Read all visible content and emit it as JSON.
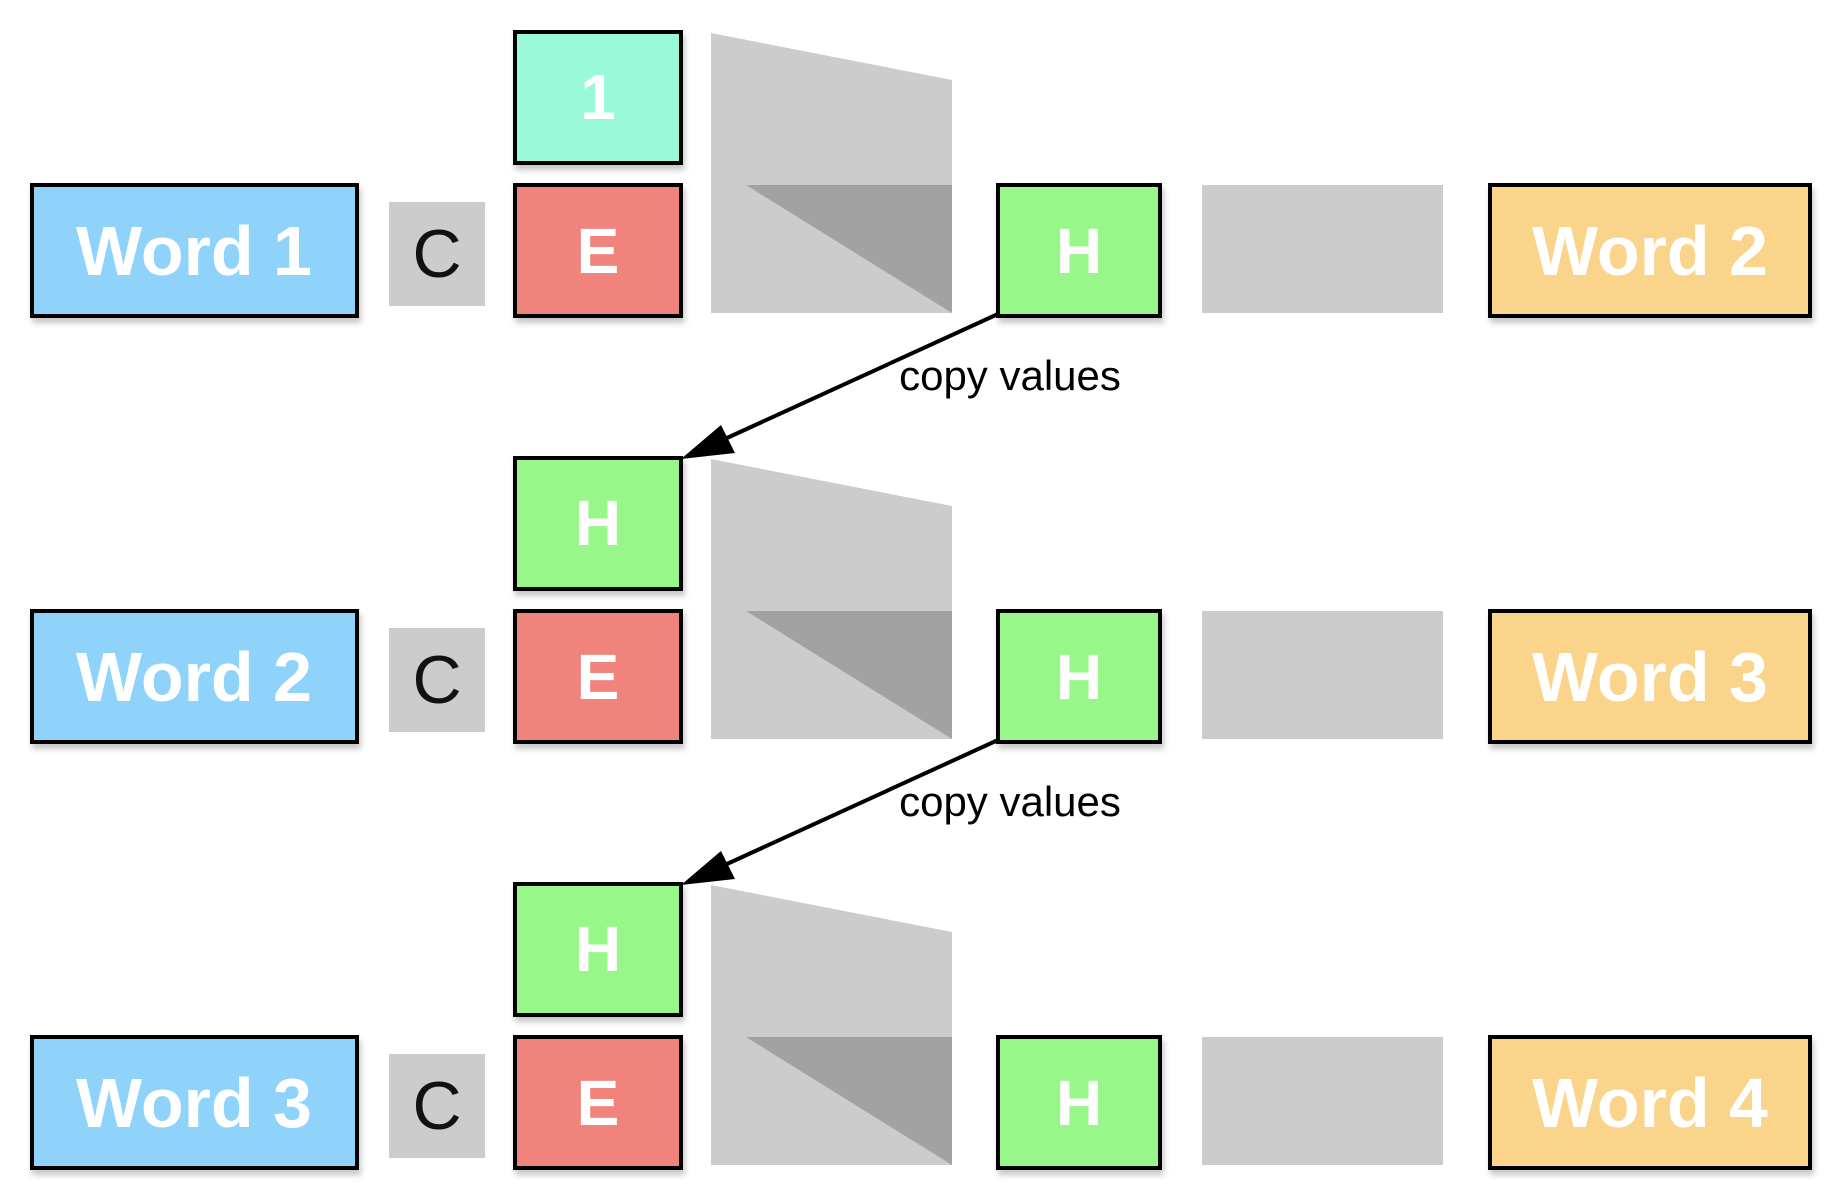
{
  "rows": [
    {
      "input_word": "Word 1",
      "context": "C",
      "top_cell": "1",
      "embed": "E",
      "hidden": "H",
      "output_word": "Word 2"
    },
    {
      "input_word": "Word 2",
      "context": "C",
      "top_cell": "H",
      "embed": "E",
      "hidden": "H",
      "output_word": "Word 3"
    },
    {
      "input_word": "Word 3",
      "context": "C",
      "top_cell": "H",
      "embed": "E",
      "hidden": "H",
      "output_word": "Word 4"
    }
  ],
  "arrows": [
    {
      "label": "copy values"
    },
    {
      "label": "copy values"
    }
  ],
  "colors": {
    "input_word": "#8fd3fb",
    "output_word": "#f9d48a",
    "context": "#cccccc",
    "first_top_cell": "#99f9d8",
    "embed": "#f0837c",
    "hidden": "#97f789",
    "connector": "#cccccc",
    "connector_dark": "#a2a2a2",
    "border": "#000000"
  }
}
